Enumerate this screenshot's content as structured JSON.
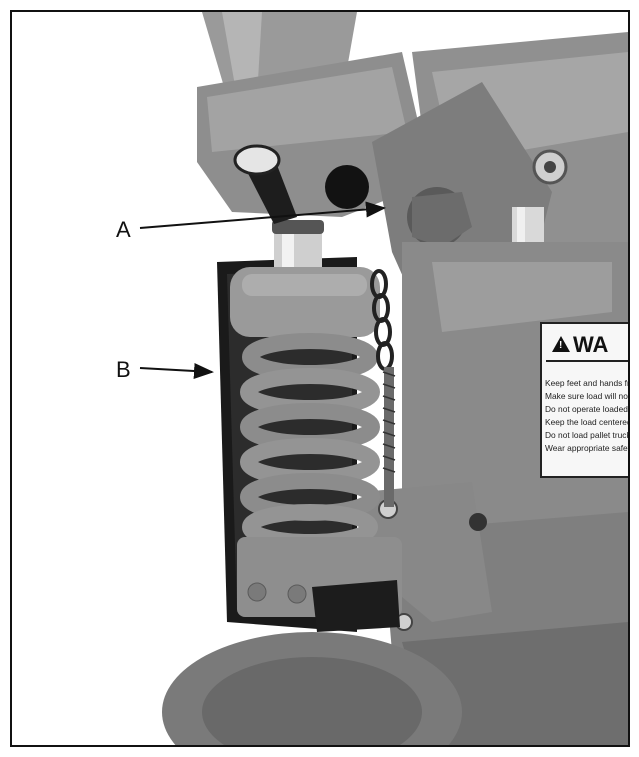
{
  "labels": {
    "a": "A",
    "b": "B"
  },
  "warning_decal": {
    "title": "WA",
    "lines": [
      "Keep feet and hands from",
      "Make sure load will not fal",
      "Do not operate loaded p",
      "Keep the load centered on",
      "Do not load pallet truck be",
      "Wear appropriate safety sh"
    ]
  },
  "colors": {
    "body_gray": "#8f8f8f",
    "dark_gray": "#3a3a3a",
    "black": "#111111"
  }
}
